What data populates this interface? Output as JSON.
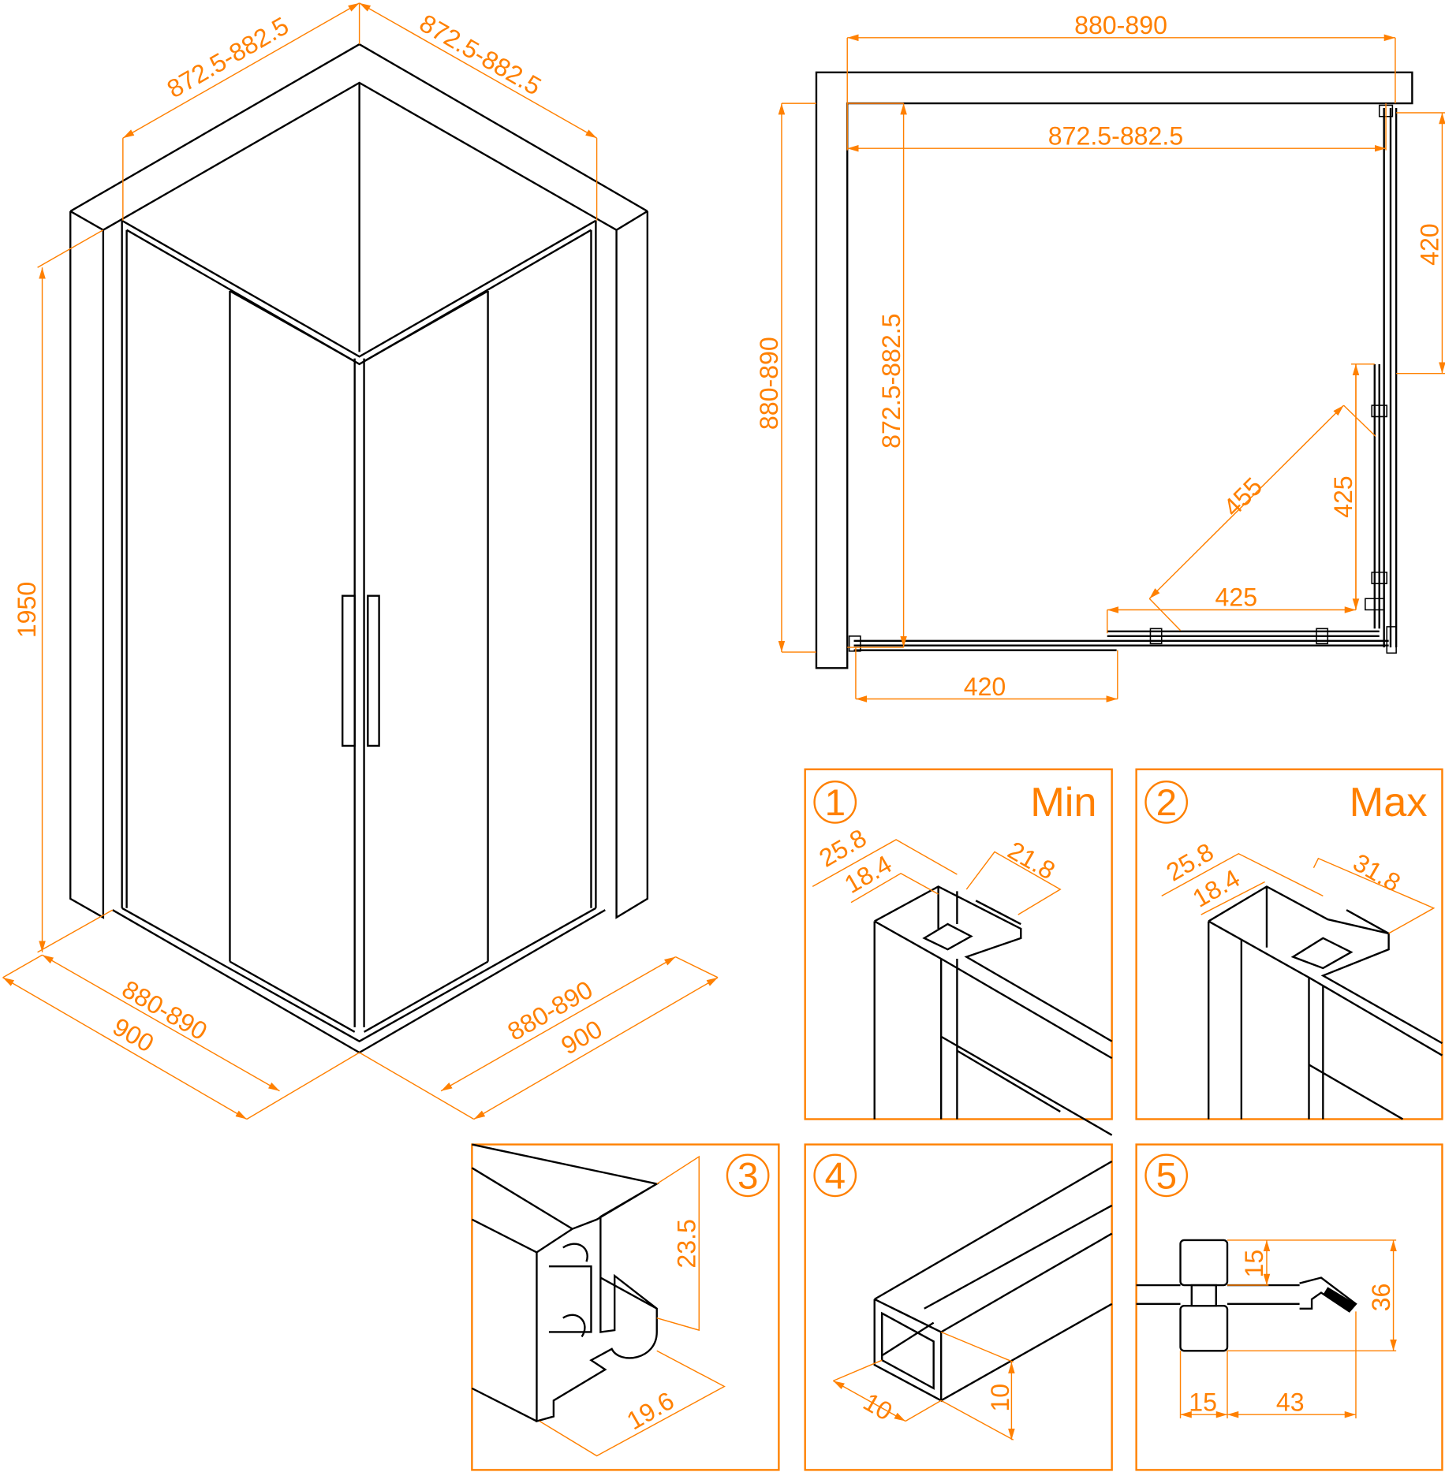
{
  "colors": {
    "dimension": "#ff8000",
    "line": "#000000"
  },
  "iso_view": {
    "top_left_width": "872.5-882.5",
    "top_right_width": "872.5-882.5",
    "height": "1950",
    "bottom_left_inner": "880-890",
    "bottom_left_outer": "900",
    "bottom_right_inner": "880-890",
    "bottom_right_outer": "900"
  },
  "plan_view": {
    "top_outer": "880-890",
    "top_inner": "872.5-882.5",
    "left_outer": "880-890",
    "left_inner": "872.5-882.5",
    "right_panel": "420",
    "bottom_panel": "420",
    "entry_diagonal": "455",
    "entry_horizontal": "425",
    "entry_vertical": "425"
  },
  "details": [
    {
      "number": "1",
      "title": "Min",
      "dims": [
        "25.8",
        "18.4",
        "21.8"
      ]
    },
    {
      "number": "2",
      "title": "Max",
      "dims": [
        "25.8",
        "18.4",
        "31.8"
      ]
    },
    {
      "number": "3",
      "dims": [
        "23.5",
        "19.6"
      ]
    },
    {
      "number": "4",
      "dims": [
        "10",
        "10"
      ]
    },
    {
      "number": "5",
      "dims": [
        "15",
        "36",
        "15",
        "43"
      ]
    }
  ]
}
